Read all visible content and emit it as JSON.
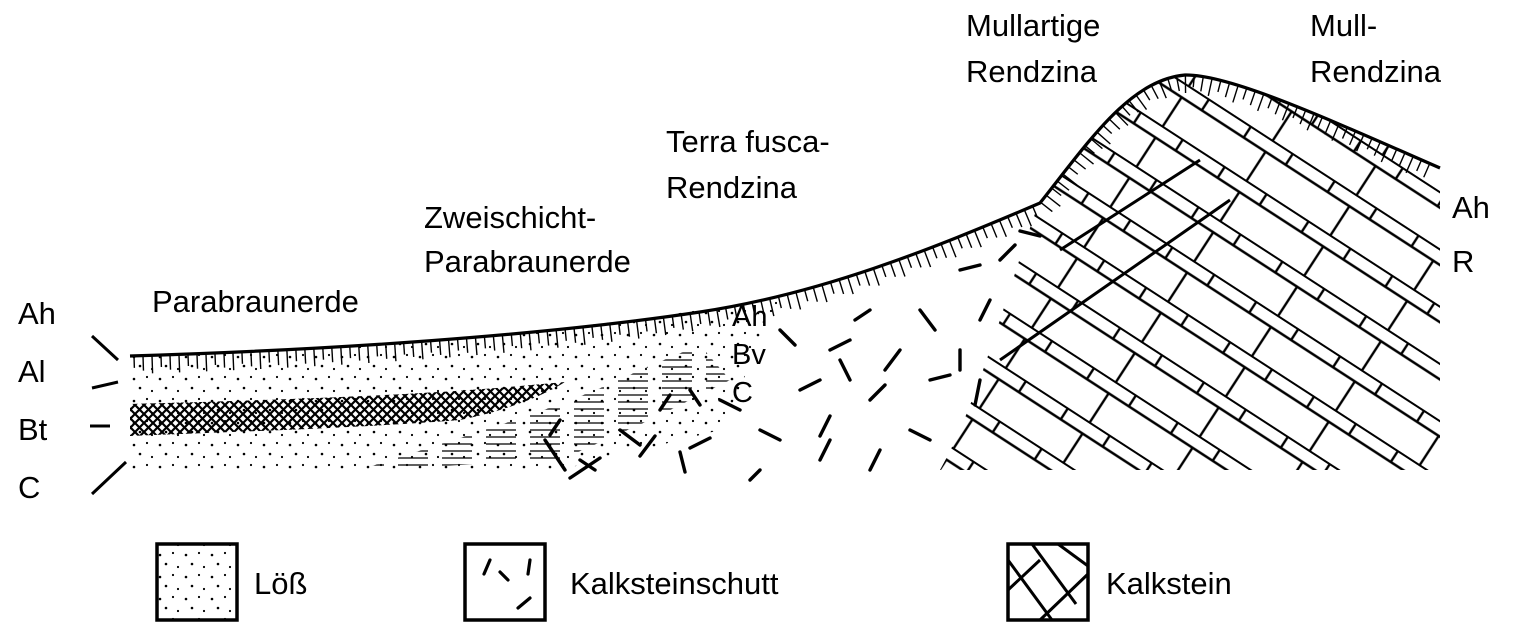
{
  "profiles": {
    "parabraunerde": "Parabraunerde",
    "zweischicht_line1": "Zweischicht-",
    "zweischicht_line2": "Parabraunerde",
    "terra_fusca_line1": "Terra fusca-",
    "terra_fusca_line2": "Rendzina",
    "mullartige_line1": "Mullartige",
    "mullartige_line2": "Rendzina",
    "mull_line1": "Mull-",
    "mull_line2": "Rendzina"
  },
  "horizons_left": [
    "Ah",
    "Al",
    "Bt",
    "C"
  ],
  "horizons_middle": [
    "Ah",
    "Bv",
    "C"
  ],
  "horizons_right": [
    "Ah",
    "R"
  ],
  "legend": {
    "loess": "Löß",
    "kalksteinschutt": "Kalksteinschutt",
    "kalkstein": "Kalkstein"
  }
}
